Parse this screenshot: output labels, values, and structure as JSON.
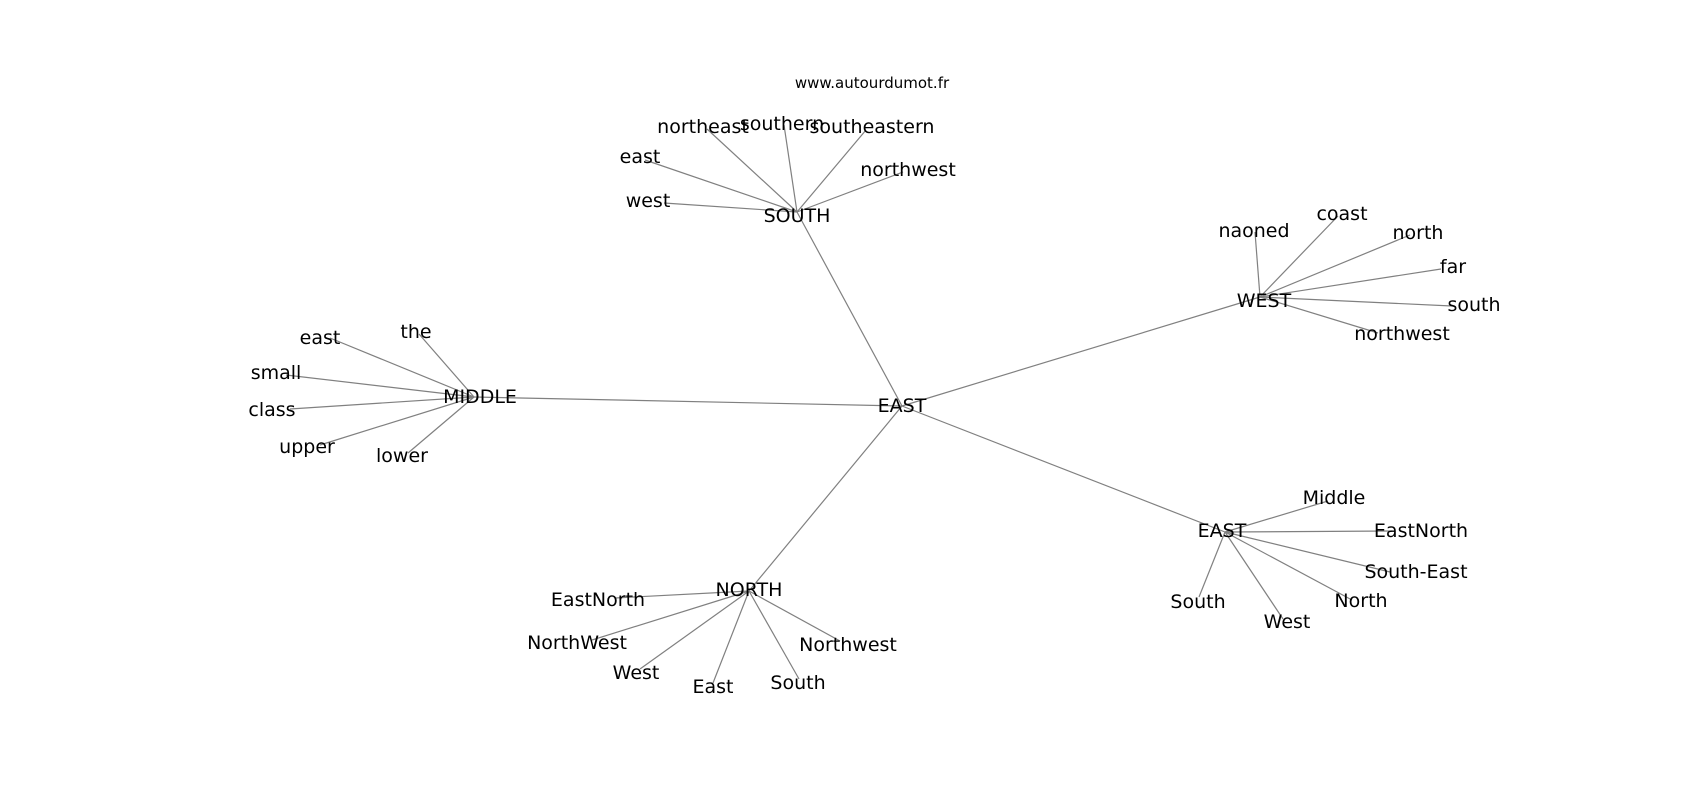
{
  "watermark": "www.autourdumot.fr",
  "center": {
    "id": "root",
    "label": "EAST"
  },
  "clusters": [
    {
      "id": "south",
      "label": "SOUTH",
      "leaves": [
        "northeast",
        "southern",
        "southeastern",
        "east",
        "northwest",
        "west"
      ]
    },
    {
      "id": "west",
      "label": "WEST",
      "leaves": [
        "naoned",
        "coast",
        "north",
        "far",
        "south",
        "northwest"
      ]
    },
    {
      "id": "middle",
      "label": "MIDDLE",
      "leaves": [
        "east",
        "the",
        "small",
        "class",
        "upper",
        "lower"
      ]
    },
    {
      "id": "east2",
      "label": "EAST",
      "leaves": [
        "Middle",
        "EastNorth",
        "South-East",
        "North",
        "West",
        "South"
      ]
    },
    {
      "id": "north",
      "label": "NORTH",
      "leaves": [
        "EastNorth",
        "NorthWest",
        "West",
        "East",
        "South",
        "Northwest"
      ]
    }
  ]
}
